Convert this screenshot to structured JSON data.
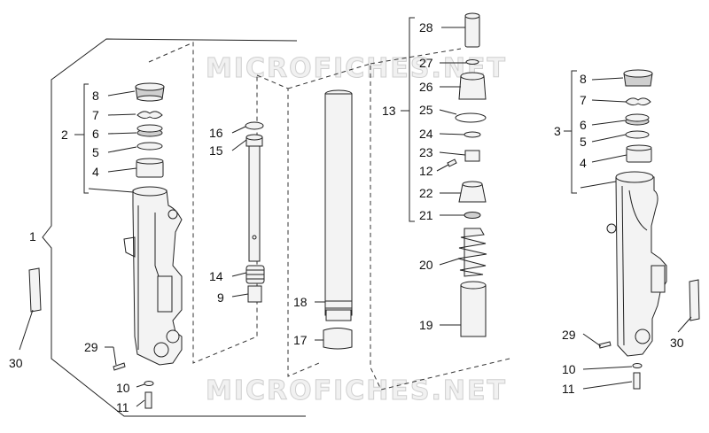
{
  "watermark": {
    "text": "MICROFICHES.NET"
  },
  "callouts": {
    "l1": "1",
    "l2": "2",
    "l3": "3",
    "l4a": "4",
    "l4b": "4",
    "l5a": "5",
    "l5b": "5",
    "l6a": "6",
    "l6b": "6",
    "l7a": "7",
    "l7b": "7",
    "l8a": "8",
    "l8b": "8",
    "l9": "9",
    "l10a": "10",
    "l10b": "10",
    "l11a": "11",
    "l11b": "11",
    "l12": "12",
    "l13": "13",
    "l14": "14",
    "l15": "15",
    "l16": "16",
    "l17": "17",
    "l18": "18",
    "l19": "19",
    "l20": "20",
    "l21": "21",
    "l22": "22",
    "l23": "23",
    "l24": "24",
    "l25": "25",
    "l26": "26",
    "l27": "27",
    "l28": "28",
    "l29a": "29",
    "l29b": "29",
    "l30a": "30",
    "l30b": "30"
  }
}
